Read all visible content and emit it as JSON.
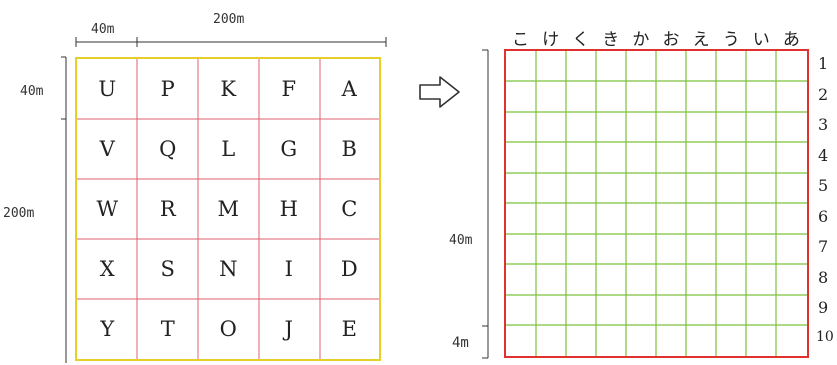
{
  "left_diagram": {
    "top_dim_small": "40m",
    "top_dim_large": "200m",
    "side_dim_small": "40m",
    "side_dim_large": "200m",
    "rows": [
      [
        "U",
        "P",
        "K",
        "F",
        "A"
      ],
      [
        "V",
        "Q",
        "L",
        "G",
        "B"
      ],
      [
        "W",
        "R",
        "M",
        "H",
        "C"
      ],
      [
        "X",
        "S",
        "N",
        "I",
        "D"
      ],
      [
        "Y",
        "T",
        "O",
        "J",
        "E"
      ]
    ]
  },
  "arrow": {
    "icon": "hollow-right-arrow-icon"
  },
  "right_diagram": {
    "columns": [
      "こ",
      "け",
      "く",
      "き",
      "か",
      "お",
      "え",
      "う",
      "い",
      "あ"
    ],
    "rows": [
      "1",
      "2",
      "3",
      "4",
      "5",
      "6",
      "7",
      "8",
      "9",
      "10"
    ],
    "side_dim_large": "40m",
    "side_dim_small": "4m"
  },
  "colors": {
    "left_border": "#e6cf2a",
    "left_lines": "#e06070",
    "right_border": "#e03030",
    "right_lines": "#7cc23a"
  }
}
